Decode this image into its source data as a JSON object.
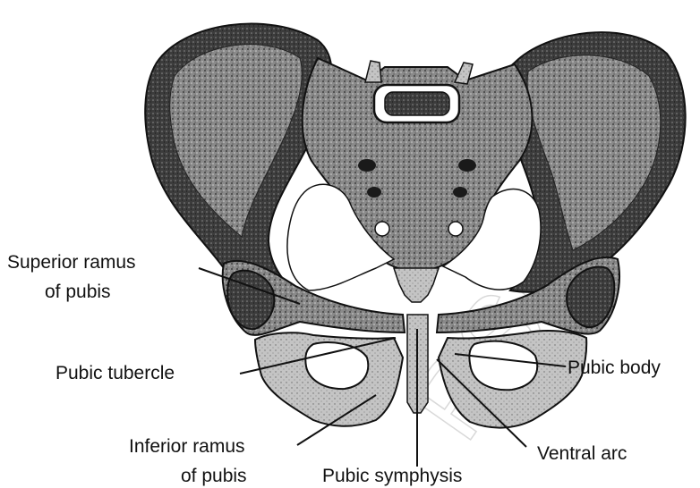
{
  "labels": {
    "superior_ramus_line1": "Superior ramus",
    "superior_ramus_line2": "of pubis",
    "pubic_tubercle": "Pubic tubercle",
    "inferior_ramus_line1": "Inferior ramus",
    "inferior_ramus_line2": "of pubis",
    "pubic_symphysis": "Pubic symphysis",
    "ventral_arc": "Ventral arc",
    "pubic_body": "Pubic body"
  },
  "watermark": "RSITY",
  "colors": {
    "bone_dark": "#3a3a3a",
    "bone_mid": "#7a7a7a",
    "bone_light": "#bdbdbd",
    "outline": "#111111",
    "background": "#ffffff",
    "watermark": "#d9d9d9"
  }
}
